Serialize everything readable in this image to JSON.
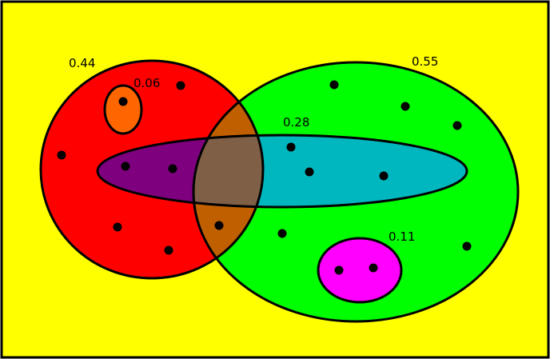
{
  "colors": {
    "background": "#ffff00",
    "frame": "#000000",
    "left_set": "#ff0000",
    "right_set": "#00ff00",
    "small_left_set": "#ff6600",
    "ellipse_set": "#00b7bf",
    "ellipse_left_part": "#7f007f",
    "triple_overlap": "#7f5f46",
    "left_right_overlap": "#bf5f00",
    "small_right_set": "#ff00ff",
    "dot": "#000000"
  },
  "labels": {
    "left_set": "0.44",
    "small_left_set": "0.06",
    "right_set": "0.55",
    "ellipse_set": "0.28",
    "small_right_set": "0.11"
  }
}
